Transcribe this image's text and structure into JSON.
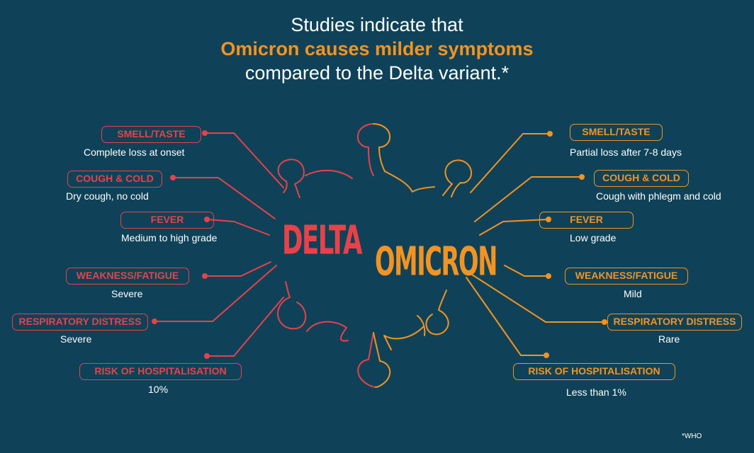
{
  "title": {
    "line1": "Studies indicate that",
    "line2": "Omicron causes milder symptoms",
    "line3": "compared to the Delta variant.*"
  },
  "delta": {
    "name": "DELTA",
    "color": "#e8414a",
    "items": [
      {
        "label": "SMELL/TASTE",
        "desc": "Complete loss at onset"
      },
      {
        "label": "COUGH & COLD",
        "desc": "Dry cough, no cold"
      },
      {
        "label": "FEVER",
        "desc": "Medium to high grade"
      },
      {
        "label": "WEAKNESS/FATIGUE",
        "desc": "Severe"
      },
      {
        "label": "RESPIRATORY DISTRESS",
        "desc": "Severe"
      },
      {
        "label": "RISK OF HOSPITALISATION",
        "desc": "10%"
      }
    ]
  },
  "omicron": {
    "name": "OMICRON",
    "color": "#f39321",
    "items": [
      {
        "label": "SMELL/TASTE",
        "desc": "Partial loss after 7-8 days"
      },
      {
        "label": "COUGH & COLD",
        "desc": "Cough with phlegm and cold"
      },
      {
        "label": "FEVER",
        "desc": "Low grade"
      },
      {
        "label": "WEAKNESS/FATIGUE",
        "desc": "Mild"
      },
      {
        "label": "RESPIRATORY DISTRESS",
        "desc": "Rare"
      },
      {
        "label": "RISK OF HOSPITALISATION",
        "desc": "Less than 1%"
      }
    ]
  },
  "footnote": "*WHO",
  "background": "#0f4258"
}
